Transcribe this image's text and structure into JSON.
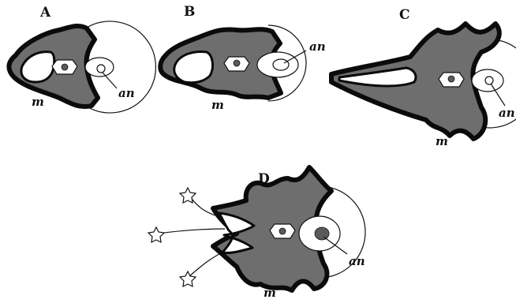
{
  "panels": {
    "a": {
      "letter": "A",
      "label_m": "m",
      "label_an": "an"
    },
    "b": {
      "letter": "B",
      "label_m": "m",
      "label_an": "an"
    },
    "c": {
      "letter": "C",
      "label_m": "m",
      "label_an": "an"
    },
    "d": {
      "letter": "D",
      "label_m": "m",
      "label_an": "an"
    }
  },
  "colors": {
    "tissue": "#6e6e6e",
    "outline": "#0b0b0b",
    "background": "#ffffff"
  }
}
